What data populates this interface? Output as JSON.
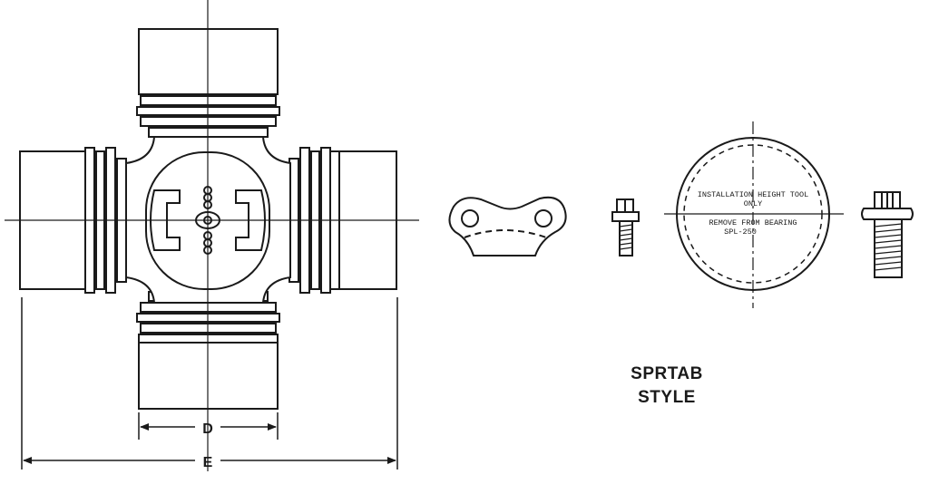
{
  "diagram": {
    "dimension_labels": {
      "d": "D",
      "e": "E"
    },
    "cap_text": {
      "line1": "INSTALLATION HEIGHT TOOL",
      "line2": "ONLY",
      "line3": "REMOVE FROM BEARING",
      "line4": "SPL-250"
    },
    "caption": {
      "line1": "SPRTAB",
      "line2": "STYLE"
    },
    "colors": {
      "ink": "#1a1a1a",
      "paper": "#ffffff",
      "fill": "#ffffff"
    },
    "parts": [
      "u-joint-cross",
      "retainer-strap",
      "small-bolt",
      "installation-cap",
      "large-bolt"
    ]
  }
}
